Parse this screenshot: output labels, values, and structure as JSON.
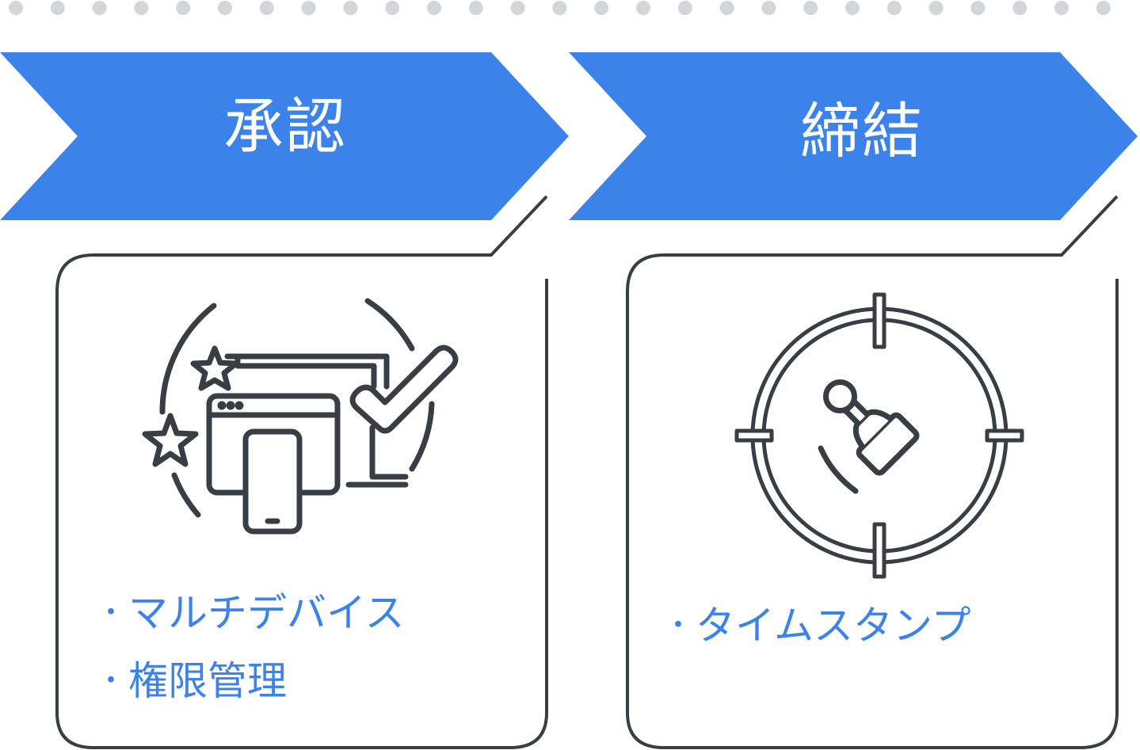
{
  "accent_color": "#3b82ea",
  "line_color": "#3a3d44",
  "dot_color": "#d4d5d8",
  "stages": [
    {
      "title": "承認",
      "icon": "multi-device-approval-icon",
      "bullet_marker": "・",
      "bullets": [
        "マルチデバイス",
        "権限管理"
      ]
    },
    {
      "title": "締結",
      "icon": "stamp-target-icon",
      "bullet_marker": "・",
      "bullets": [
        "タイムスタンプ"
      ]
    }
  ]
}
